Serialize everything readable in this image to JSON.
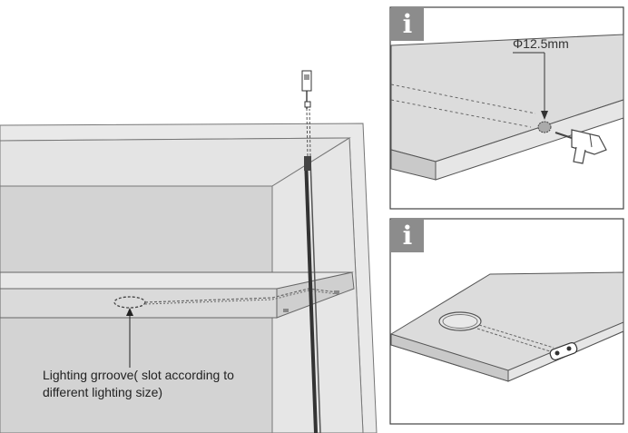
{
  "main_view": {
    "callout_line1": "Lighting grroove( slot according to",
    "callout_line2": "different lighting size)"
  },
  "detail_top": {
    "badge": "i",
    "dimension_label": "Φ12.5mm"
  },
  "detail_bottom": {
    "badge": "i"
  },
  "colors": {
    "panel_fill": "#dedede",
    "panel_edge": "#b3b3b3",
    "outline": "#555555",
    "badge": "#8c8c8c"
  }
}
